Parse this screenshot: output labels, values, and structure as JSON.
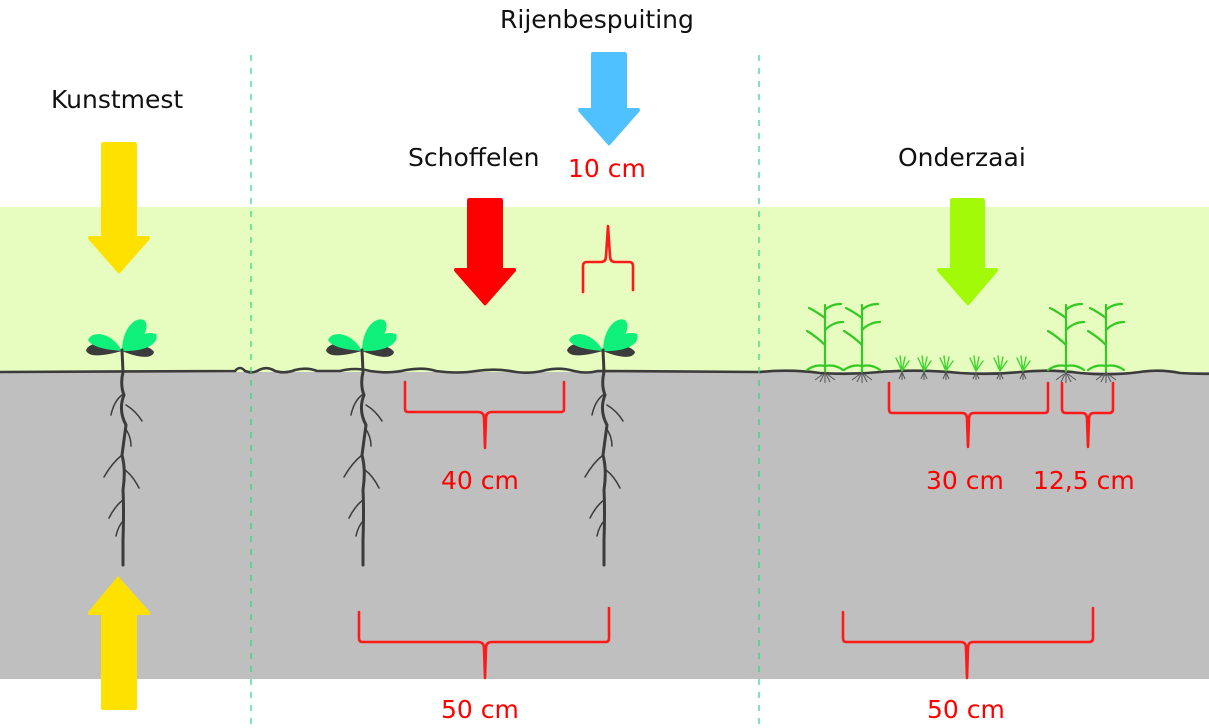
{
  "sections": [
    {
      "id": "kunstmest",
      "title": "Kunstmest",
      "arrows": [
        {
          "direction": "down",
          "color": "#ffe100"
        },
        {
          "direction": "up",
          "color": "#ffe100"
        }
      ]
    },
    {
      "id": "schoffelen",
      "title": "Schoffelen",
      "arrow": {
        "direction": "down",
        "color": "#ff0000"
      },
      "measurements": {
        "hoe_width": "40 cm",
        "row_distance": "50 cm"
      }
    },
    {
      "id": "rijenbespuiting",
      "title": "Rijenbespuiting",
      "arrow": {
        "direction": "down",
        "color": "#4fc1ff"
      },
      "measurements": {
        "spray_width": "10 cm"
      }
    },
    {
      "id": "onderzaai",
      "title": "Onderzaai",
      "arrow": {
        "direction": "down",
        "color": "#a2fa09"
      },
      "measurements": {
        "undersow_width": "30 cm",
        "row_band": "12,5 cm",
        "row_distance": "50 cm"
      }
    }
  ],
  "colors": {
    "air_band": "#e7fcbf",
    "soil": "#bfbfbf",
    "soil_line": "#3b3b3b",
    "measure": "#ff0000",
    "divider": "#27d97a",
    "seedling_leaf": "#0ff07a",
    "seedling_cotyledon": "#3b3b3b"
  }
}
